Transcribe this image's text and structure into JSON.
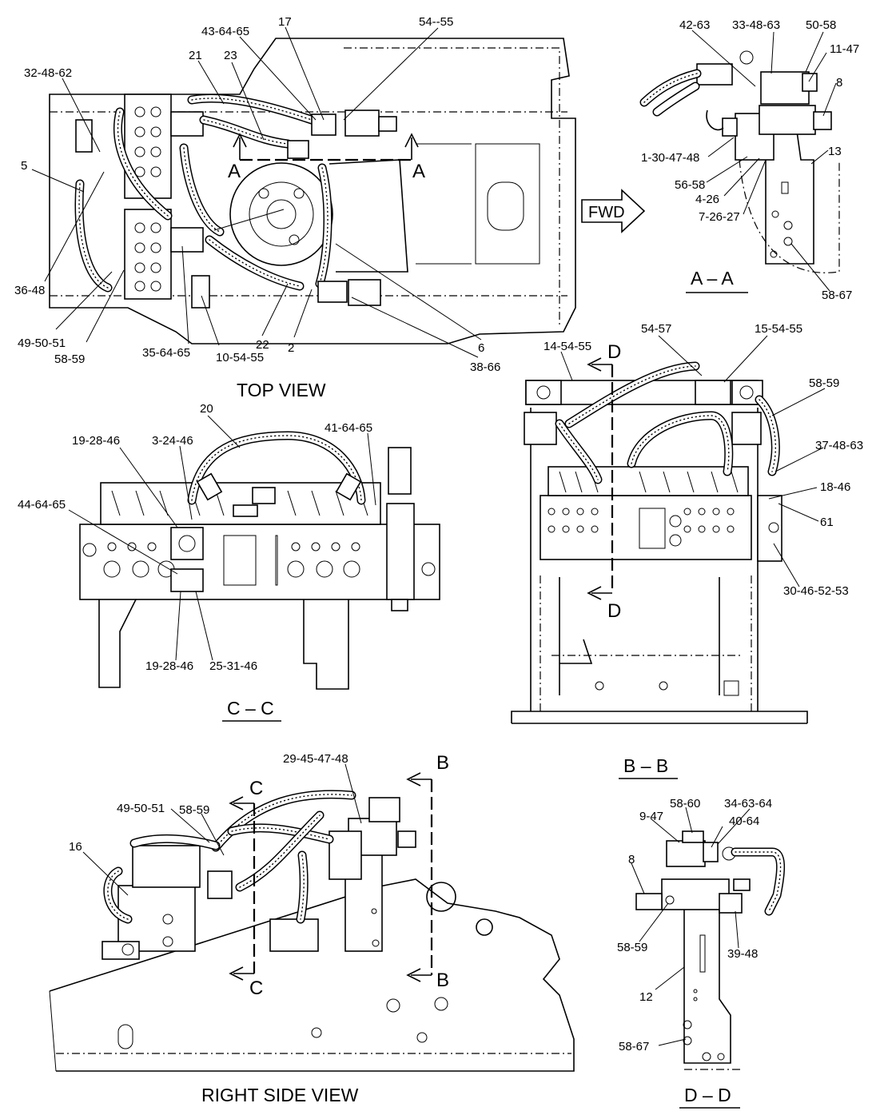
{
  "views": {
    "top": {
      "title": "TOP VIEW",
      "labels": [
        "17",
        "54--55",
        "43-64-65",
        "21",
        "23",
        "32-48-62",
        "5",
        "36-48",
        "49-50-51",
        "58-59",
        "35-64-65",
        "10-54-55",
        "22",
        "2",
        "6",
        "38-66"
      ],
      "section_marks": [
        "A",
        "A"
      ]
    },
    "aa": {
      "title": "A – A",
      "labels": [
        "42-63",
        "33-48-63",
        "50-58",
        "11-47",
        "8",
        "13",
        "1-30-47-48",
        "56-58",
        "4-26",
        "7-26-27",
        "58-67"
      ],
      "fwd": "FWD"
    },
    "cc": {
      "title": "C – C",
      "labels": [
        "20",
        "19-28-46",
        "3-24-46",
        "41-64-65",
        "44-64-65",
        "19-28-46",
        "25-31-46"
      ]
    },
    "bb": {
      "title": "B – B",
      "labels": [
        "54-57",
        "15-54-55",
        "14-54-55",
        "58-59",
        "37-48-63",
        "18-46",
        "61",
        "30-46-52-53"
      ],
      "section_marks": [
        "D",
        "D"
      ]
    },
    "side": {
      "title": "RIGHT  SIDE  VIEW",
      "labels": [
        "29-45-47-48",
        "58-59",
        "49-50-51",
        "16"
      ],
      "section_marks": [
        "B",
        "B",
        "C",
        "C"
      ]
    },
    "dd": {
      "title": "D – D",
      "labels": [
        "58-60",
        "34-63-64",
        "9-47",
        "40-64",
        "8",
        "58-59",
        "39-48",
        "12",
        "58-67"
      ]
    }
  }
}
